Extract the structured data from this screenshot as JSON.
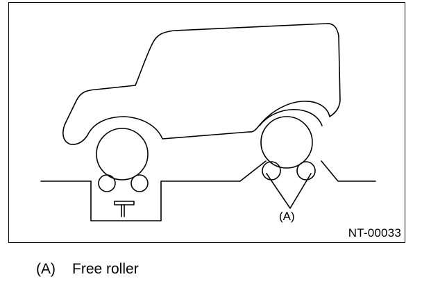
{
  "figure": {
    "code": "NT-00033",
    "callout": "(A)"
  },
  "legend": [
    {
      "key": "(A)",
      "text": "Free roller"
    }
  ],
  "colors": {
    "line": "#000000",
    "background": "#ffffff"
  },
  "icons": [
    "vehicle-outline",
    "wheel",
    "roller",
    "jack-stand"
  ]
}
